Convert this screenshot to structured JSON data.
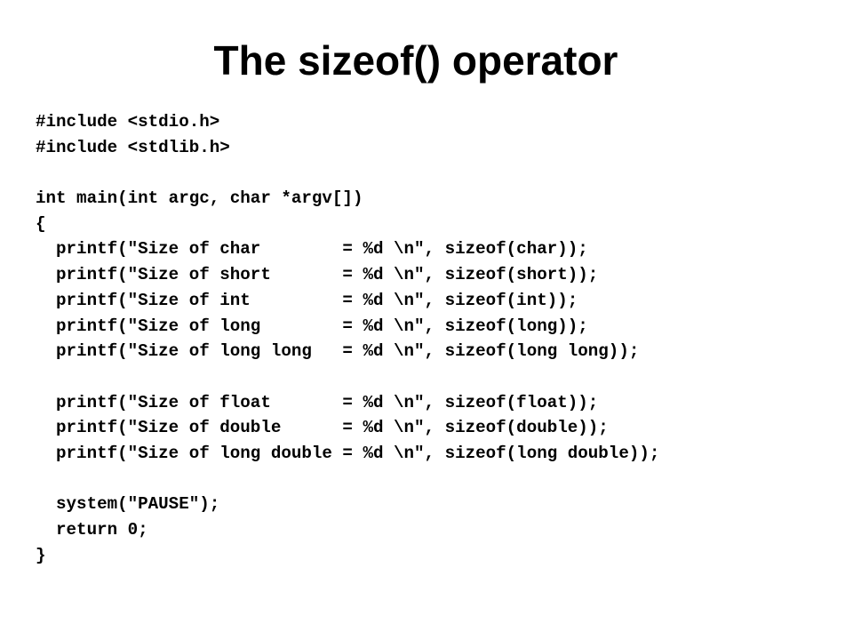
{
  "slide": {
    "title": "The sizeof() operator",
    "code_lines": [
      "#include <stdio.h>",
      "#include <stdlib.h>",
      "",
      "int main(int argc, char *argv[])",
      "{",
      "  printf(\"Size of char        = %d \\n\", sizeof(char));",
      "  printf(\"Size of short       = %d \\n\", sizeof(short));",
      "  printf(\"Size of int         = %d \\n\", sizeof(int));",
      "  printf(\"Size of long        = %d \\n\", sizeof(long));",
      "  printf(\"Size of long long   = %d \\n\", sizeof(long long));",
      "",
      "  printf(\"Size of float       = %d \\n\", sizeof(float));",
      "  printf(\"Size of double      = %d \\n\", sizeof(double));",
      "  printf(\"Size of long double = %d \\n\", sizeof(long double));",
      "",
      "  system(\"PAUSE\");",
      "  return 0;",
      "}"
    ]
  }
}
